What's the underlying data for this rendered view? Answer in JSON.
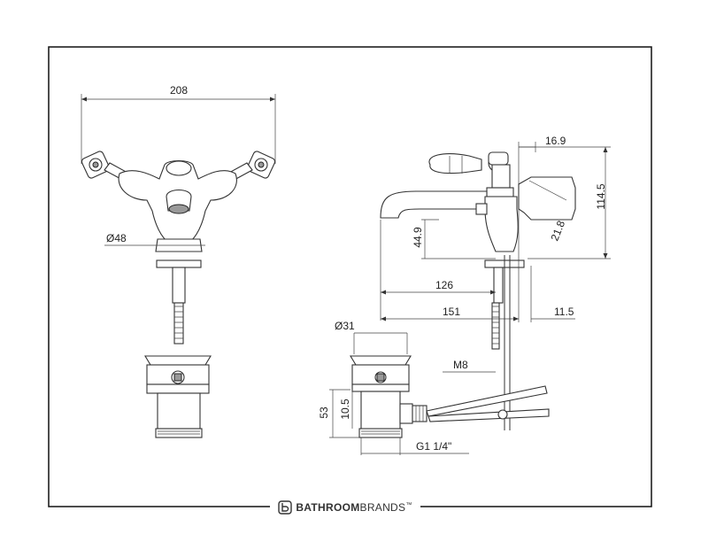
{
  "brand": {
    "part1": "BATHROOM",
    "part2": "BRANDS",
    "mark": "™",
    "logo_icon": "b-logo-icon"
  },
  "front_view": {
    "width_dim": "208",
    "waste_dia": "Ø48"
  },
  "side_view": {
    "handle_offset": "16.9",
    "height_total": "114.5",
    "lever_angle": "21.8",
    "spout_height": "44.9",
    "spout_reach": "126",
    "overall_depth": "151",
    "rear_offset": "11.5",
    "rod_thread": "M8"
  },
  "waste_view": {
    "flange_dia": "Ø31",
    "total_height": "53",
    "inner_height": "10.5",
    "thread": "G1 1/4\""
  }
}
